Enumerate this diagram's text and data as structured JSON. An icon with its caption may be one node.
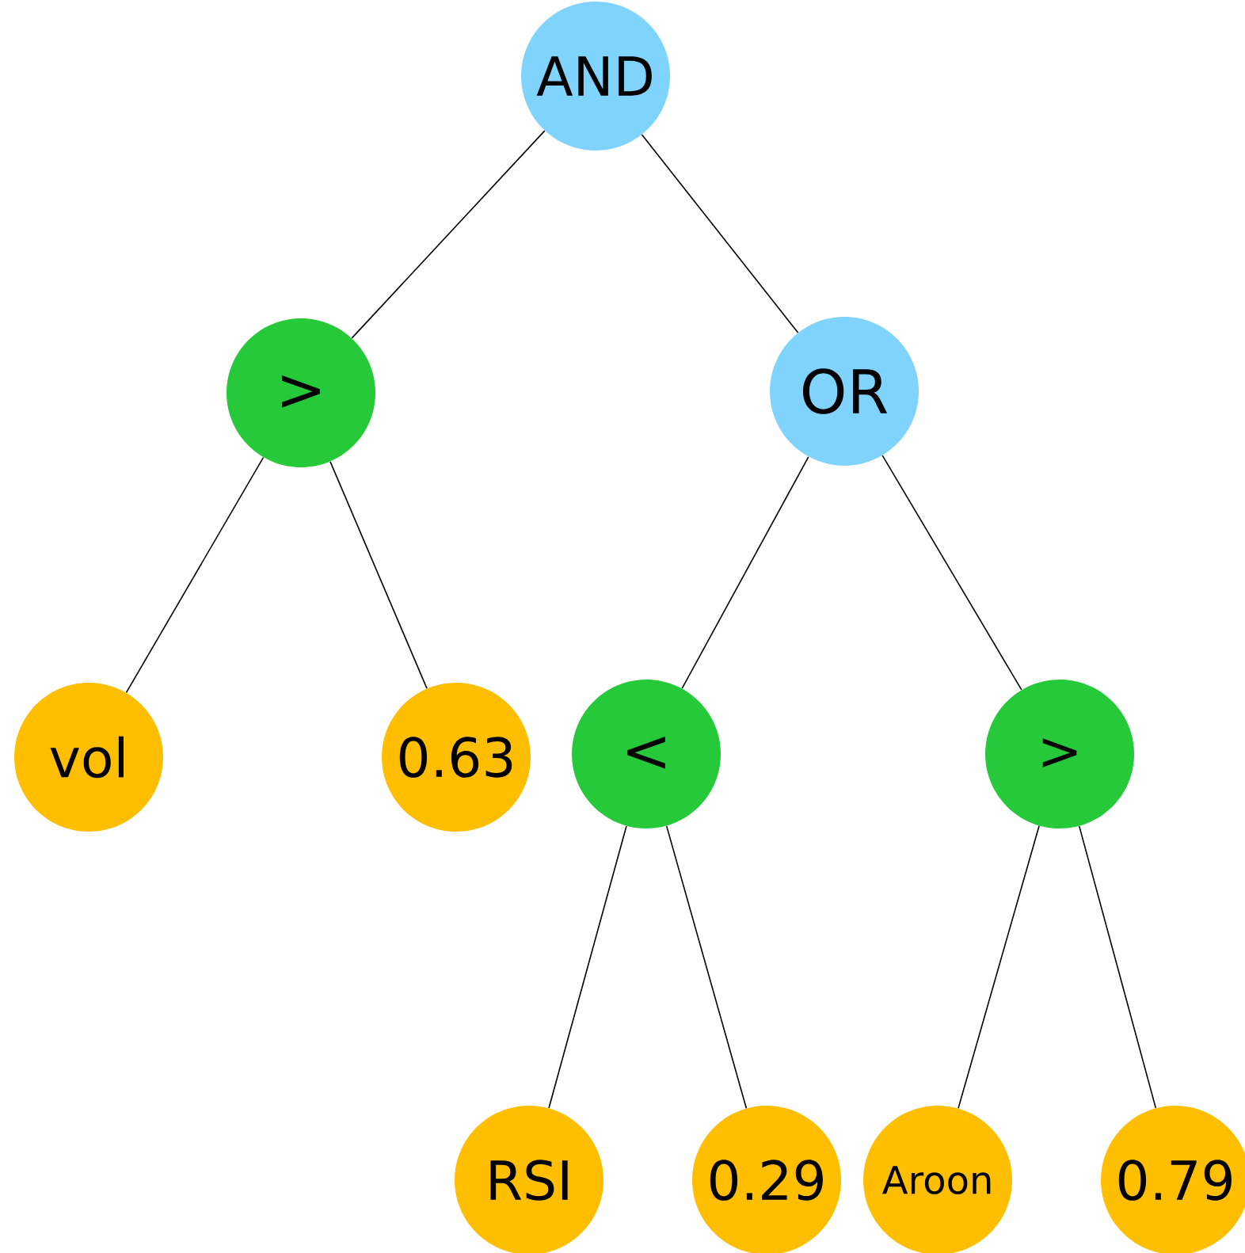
{
  "diagram": {
    "nodes": [
      {
        "text": [
          "AND"
        ]
      },
      {
        "text": [
          ">"
        ]
      },
      {
        "text": [
          "OR"
        ]
      },
      {
        "text": [
          "vol"
        ]
      },
      {
        "text": [
          "0.63"
        ]
      },
      {
        "text": [
          "<"
        ]
      },
      {
        "text": [
          ">"
        ]
      },
      {
        "text": [
          "RSI"
        ]
      },
      {
        "text": [
          "0.29"
        ]
      },
      {
        "text": [
          "Aroon"
        ]
      },
      {
        "text": [
          "0.79"
        ]
      }
    ],
    "edges": [
      {
        "from": 0,
        "to": 1,
        "arrow": "none"
      },
      {
        "from": 0,
        "to": 2,
        "arrow": "none"
      },
      {
        "from": 1,
        "to": 3,
        "arrow": "none"
      },
      {
        "from": 1,
        "to": 4,
        "arrow": "none"
      },
      {
        "from": 2,
        "to": 5,
        "arrow": "none"
      },
      {
        "from": 2,
        "to": 6,
        "arrow": "none"
      },
      {
        "from": 5,
        "to": 7,
        "arrow": "none"
      },
      {
        "from": 5,
        "to": 8,
        "arrow": "none"
      },
      {
        "from": 6,
        "to": 9,
        "arrow": "none"
      },
      {
        "from": 6,
        "to": 10,
        "arrow": "none"
      }
    ]
  }
}
